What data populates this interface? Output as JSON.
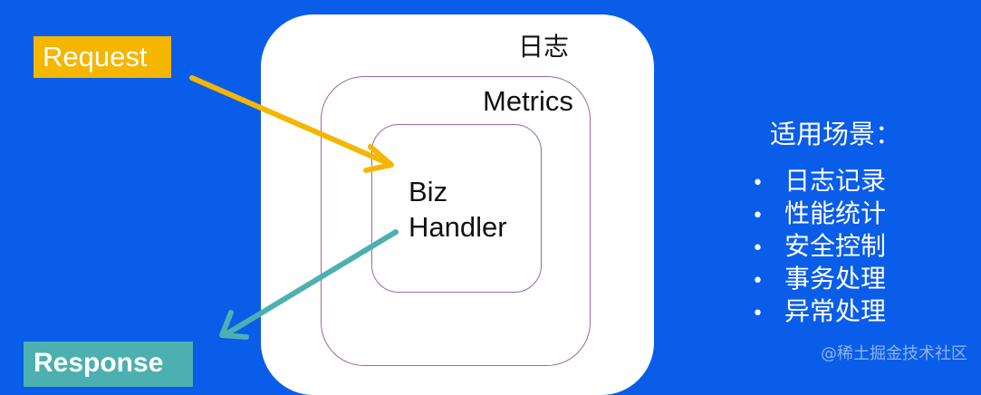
{
  "layers": {
    "outer_label": "日志",
    "middle_label": "Metrics",
    "inner_label_line1": "Biz",
    "inner_label_line2": "Handler"
  },
  "request_label": "Request",
  "response_label": "Response",
  "scenarios": {
    "title": "适用场景：",
    "items": [
      "日志记录",
      "性能统计",
      "安全控制",
      "事务处理",
      "异常处理"
    ]
  },
  "watermark": "@稀土掘金技术社区",
  "colors": {
    "background": "#0a5de8",
    "request": "#f5b600",
    "response": "#4db0b0",
    "layer_border": "#9b66a8"
  }
}
